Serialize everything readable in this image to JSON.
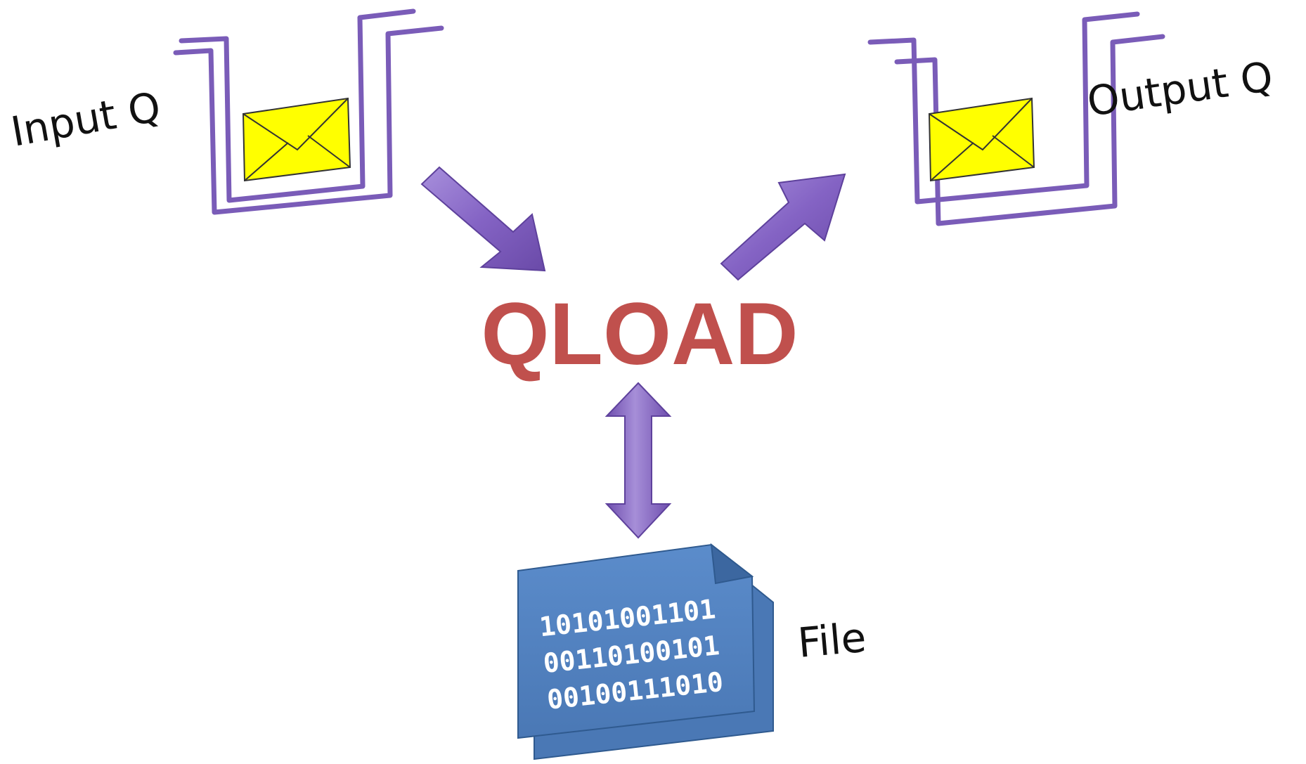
{
  "labels": {
    "input_queue": "Input Q",
    "output_queue": "Output Q",
    "center": "QLOAD",
    "file": "File"
  },
  "file_contents": {
    "lines": [
      "10101001101",
      "00110100101",
      "00100111010"
    ]
  },
  "icons": {
    "input_queue": "message-queue-icon",
    "output_queue": "message-queue-icon",
    "message": "envelope-icon",
    "file": "binary-file-icon",
    "arrow_in": "arrow-down-right-icon",
    "arrow_out": "arrow-up-right-icon",
    "arrow_file": "double-arrow-vertical-icon"
  },
  "colors": {
    "queue_purple": "#7a5cb8",
    "arrow_purple": "#8a6cc6",
    "envelope_yellow": "#ffff00",
    "center_text": "#c0504d",
    "file_blue": "#4f81bd",
    "file_text": "#ffffff",
    "label_text": "#111111"
  }
}
